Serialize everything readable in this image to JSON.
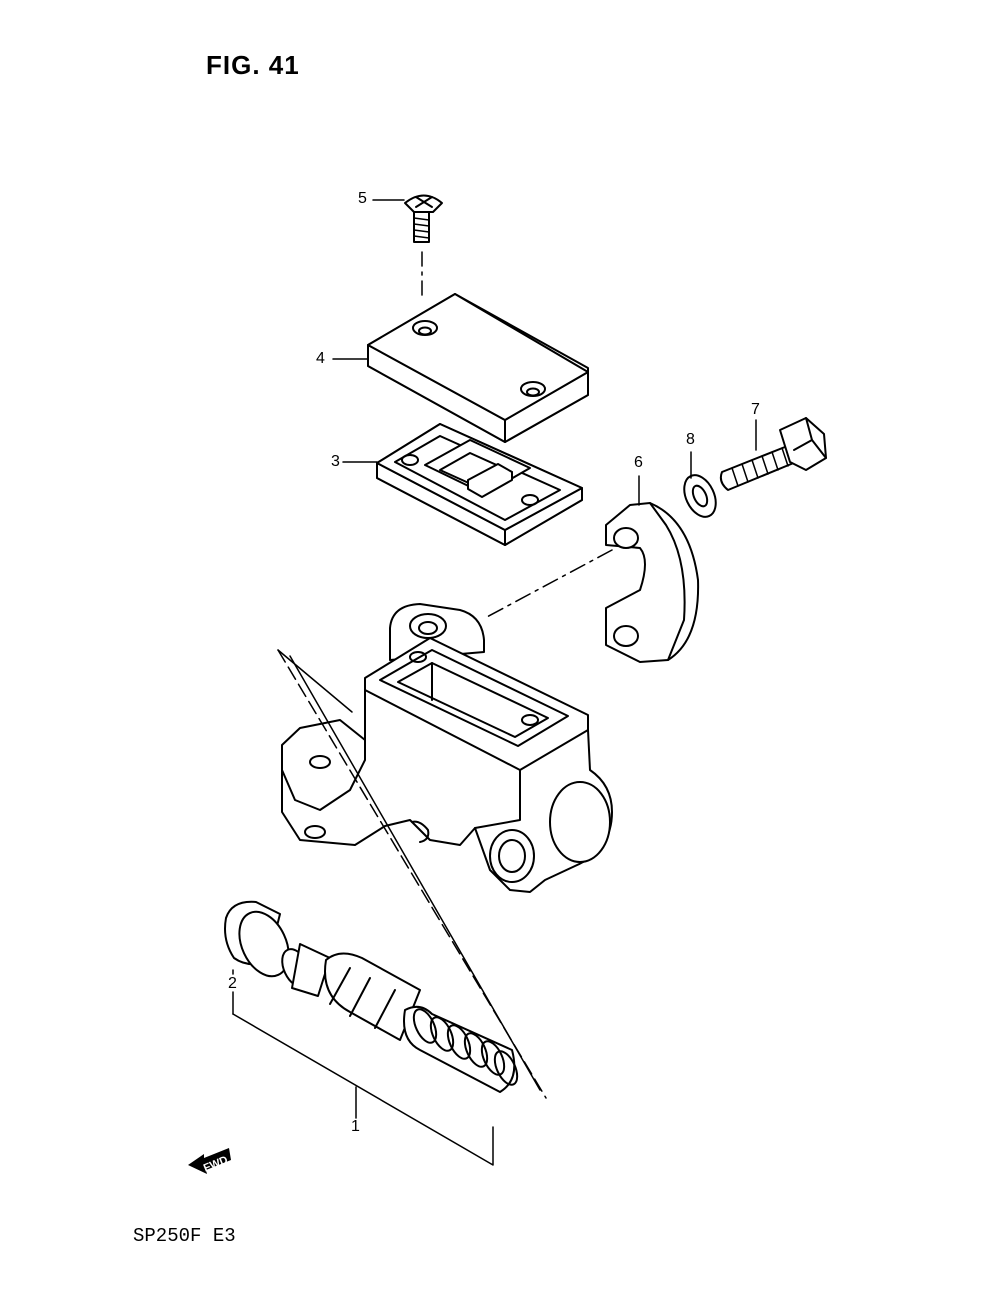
{
  "figure": {
    "title": "FIG. 41"
  },
  "footer": {
    "model_code": "SP250F  E3"
  },
  "parts": [
    {
      "ref": "1"
    },
    {
      "ref": "2"
    },
    {
      "ref": "3"
    },
    {
      "ref": "4"
    },
    {
      "ref": "5"
    },
    {
      "ref": "6"
    },
    {
      "ref": "7"
    },
    {
      "ref": "8"
    }
  ],
  "direction_marker": {
    "label": "FWD",
    "icon": "forward-arrow-icon"
  }
}
